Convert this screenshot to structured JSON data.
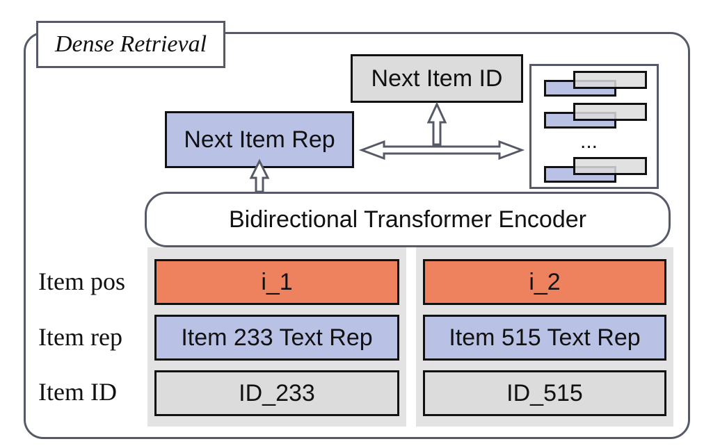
{
  "diagram": {
    "title": "Dense Retrieval",
    "next_item_id": "Next Item ID",
    "next_item_rep": "Next Item Rep",
    "encoder": "Bidirectional Transformer Encoder",
    "candidates_ellipsis": "...",
    "row_labels": {
      "item_pos": "Item pos",
      "item_rep": "Item rep",
      "item_id": "Item ID"
    },
    "items": [
      {
        "pos": "i_1",
        "rep": "Item 233 Text Rep",
        "id": "ID_233"
      },
      {
        "pos": "i_2",
        "rep": "Item 515 Text Rep",
        "id": "ID_515"
      }
    ]
  },
  "colors": {
    "rep_blue": "#b9c1e5",
    "id_gray": "#dcdcdc",
    "pos_orange": "#ef825e",
    "outline": "#555a66"
  }
}
